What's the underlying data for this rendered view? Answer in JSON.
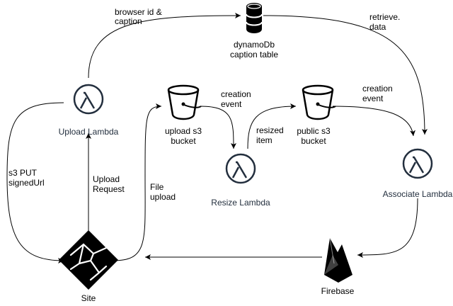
{
  "nodes": {
    "upload_lambda": {
      "label": "Upload Lambda",
      "icon": "lambda-icon"
    },
    "resize_lambda": {
      "label": "Resize Lambda",
      "icon": "lambda-icon"
    },
    "associate_lambda": {
      "label": "Associate Lambda",
      "icon": "lambda-icon"
    },
    "dynamo": {
      "label_line1": "dynamoDb",
      "label_line2": "caption table",
      "icon": "database-icon"
    },
    "upload_bucket": {
      "label_line1": "upload s3",
      "label_line2": "bucket",
      "icon": "s3-bucket-icon"
    },
    "public_bucket": {
      "label_line1": "public s3",
      "label_line2": "bucket",
      "icon": "s3-bucket-icon"
    },
    "site": {
      "label": "Site",
      "icon": "netlify-icon"
    },
    "firebase": {
      "label": "Firebase",
      "icon": "firebase-icon"
    }
  },
  "edges": {
    "browser_id": {
      "line1": "browser id &",
      "line2": "caption"
    },
    "retrieve": {
      "line1": "retrieve.",
      "line2": "data"
    },
    "creation1": {
      "line1": "creation",
      "line2": "event"
    },
    "creation2": {
      "line1": "creation",
      "line2": "event"
    },
    "resized": {
      "line1": "resized",
      "line2": "item"
    },
    "signed_url": {
      "line1": "s3 PUT",
      "line2": "signedUrl"
    },
    "upload_request": {
      "line1": "Upload",
      "line2": "Request"
    },
    "file_upload": {
      "line1": "File",
      "line2": "upload"
    }
  },
  "colors": {
    "lambda_label": "#232f3e",
    "line": "#000000"
  }
}
